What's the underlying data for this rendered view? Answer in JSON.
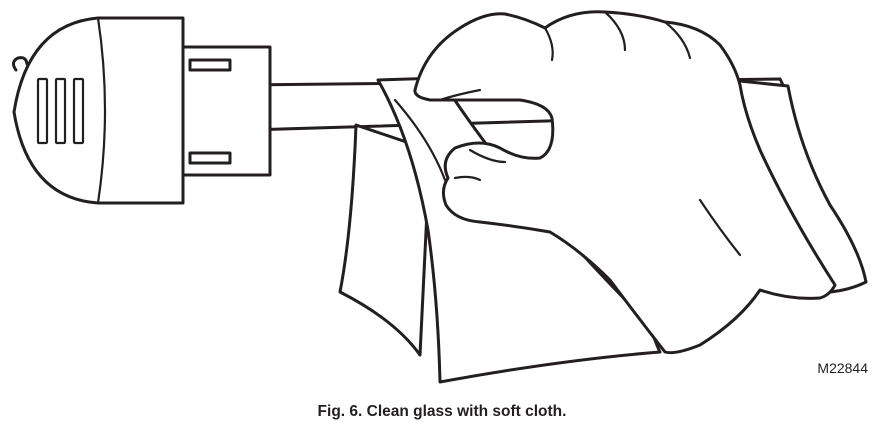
{
  "figure": {
    "id_label": "M22844",
    "caption": "Fig. 6. Clean glass with soft cloth."
  },
  "illustration": {
    "parts": [
      "sensor-housing",
      "glass-tube",
      "cloth",
      "hand"
    ],
    "line_color": "#231f20"
  }
}
